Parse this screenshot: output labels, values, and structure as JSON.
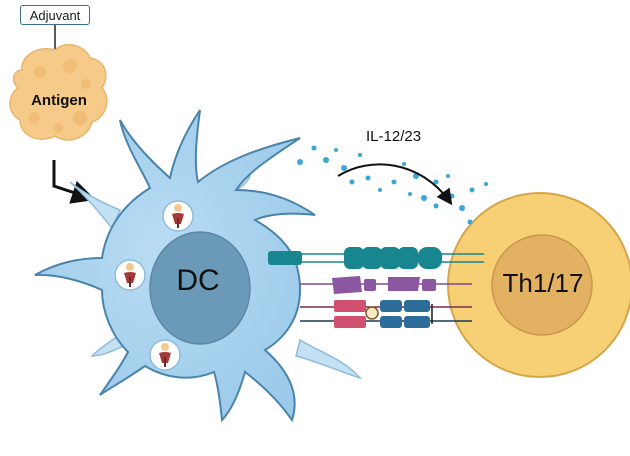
{
  "labels": {
    "adjuvant": "Adjuvant",
    "antigen": "Antigen",
    "dc": "DC",
    "th": "Th1/17",
    "cytokine": "IL-12/23"
  },
  "colors": {
    "dc_body": "#a9d3ef",
    "dc_outline": "#4a84ab",
    "dc_nucleus": "#6b9ab9",
    "th_body": "#f7cf75",
    "th_outline": "#d4a64a",
    "th_nucleus": "#e2b161",
    "antigen": "#f6cb8a",
    "receptor_teal": "#17868f",
    "receptor_purple": "#8c57a1",
    "receptor_pink": "#d1506f",
    "receptor_blue": "#2d6d9b",
    "cytokine_dots": "#3aa8d4"
  },
  "icons": [
    "antigen-blob-icon",
    "tlr-receptor-icon",
    "curved-arrow-icon",
    "bent-arrow-icon"
  ]
}
